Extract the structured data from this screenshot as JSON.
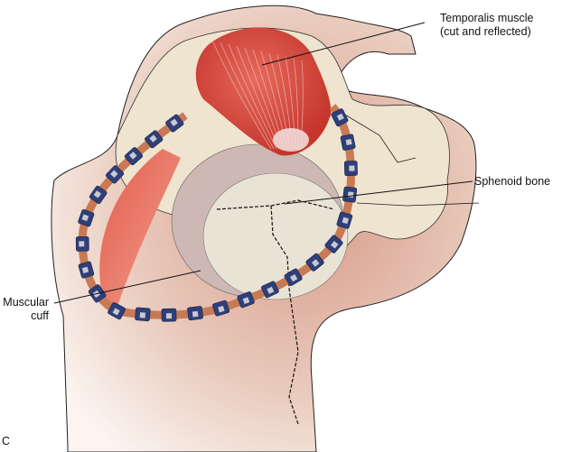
{
  "labels": {
    "temporalis_line1": "Temporalis muscle",
    "temporalis_line2": "(cut and reflected)",
    "sphenoid": "Sphenoid bone",
    "cuff_line1": "Muscular",
    "cuff_line2": "cuff",
    "panel": "C"
  },
  "colors": {
    "muscle": "#d9473a",
    "bone": "#ebe3d6",
    "clip": "#2e3f7a",
    "skin": "#e8c7b6"
  }
}
